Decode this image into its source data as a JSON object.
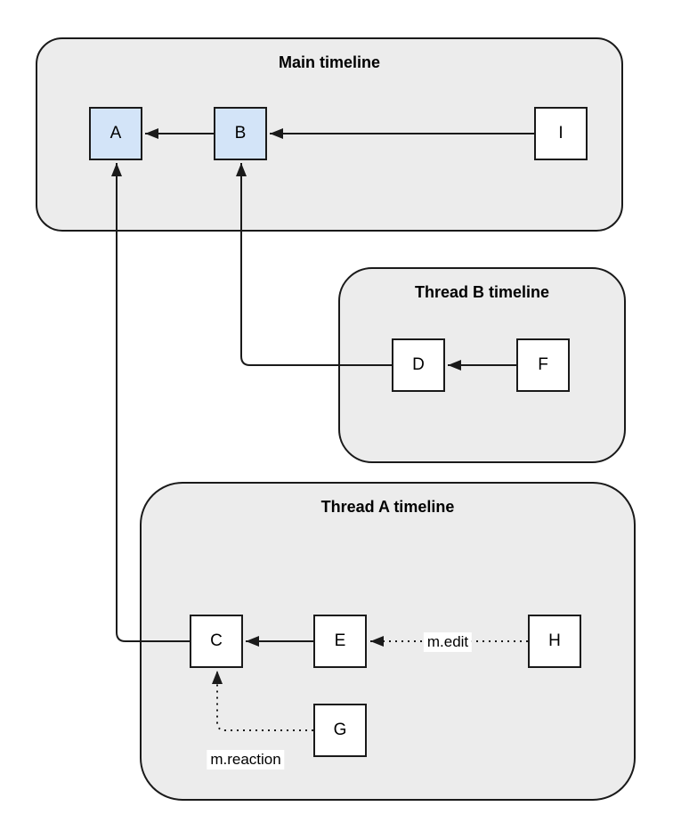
{
  "containers": {
    "main": {
      "title": "Main timeline"
    },
    "thread_b": {
      "title": "Thread B timeline"
    },
    "thread_a": {
      "title": "Thread A timeline"
    }
  },
  "nodes": {
    "A": {
      "label": "A",
      "highlighted": true,
      "container": "Main timeline"
    },
    "B": {
      "label": "B",
      "highlighted": true,
      "container": "Main timeline"
    },
    "I": {
      "label": "I",
      "highlighted": false,
      "container": "Main timeline"
    },
    "D": {
      "label": "D",
      "highlighted": false,
      "container": "Thread B timeline"
    },
    "F": {
      "label": "F",
      "highlighted": false,
      "container": "Thread B timeline"
    },
    "C": {
      "label": "C",
      "highlighted": false,
      "container": "Thread A timeline"
    },
    "E": {
      "label": "E",
      "highlighted": false,
      "container": "Thread A timeline"
    },
    "H": {
      "label": "H",
      "highlighted": false,
      "container": "Thread A timeline"
    },
    "G": {
      "label": "G",
      "highlighted": false,
      "container": "Thread A timeline"
    }
  },
  "edges": [
    {
      "from": "B",
      "to": "A",
      "style": "solid",
      "label": ""
    },
    {
      "from": "I",
      "to": "B",
      "style": "solid",
      "label": ""
    },
    {
      "from": "F",
      "to": "D",
      "style": "solid",
      "label": ""
    },
    {
      "from": "D",
      "to": "B",
      "style": "solid",
      "label": ""
    },
    {
      "from": "E",
      "to": "C",
      "style": "solid",
      "label": ""
    },
    {
      "from": "C",
      "to": "A",
      "style": "solid",
      "label": ""
    },
    {
      "from": "H",
      "to": "E",
      "style": "dotted",
      "label": "m.edit"
    },
    {
      "from": "G",
      "to": "C",
      "style": "dotted",
      "label": "m.reaction"
    }
  ],
  "colors": {
    "container_fill": "#ececec",
    "node_fill": "#ffffff",
    "node_highlight_fill": "#d3e4f8",
    "stroke": "#1a1a1a",
    "label_background": "#ffffff"
  }
}
